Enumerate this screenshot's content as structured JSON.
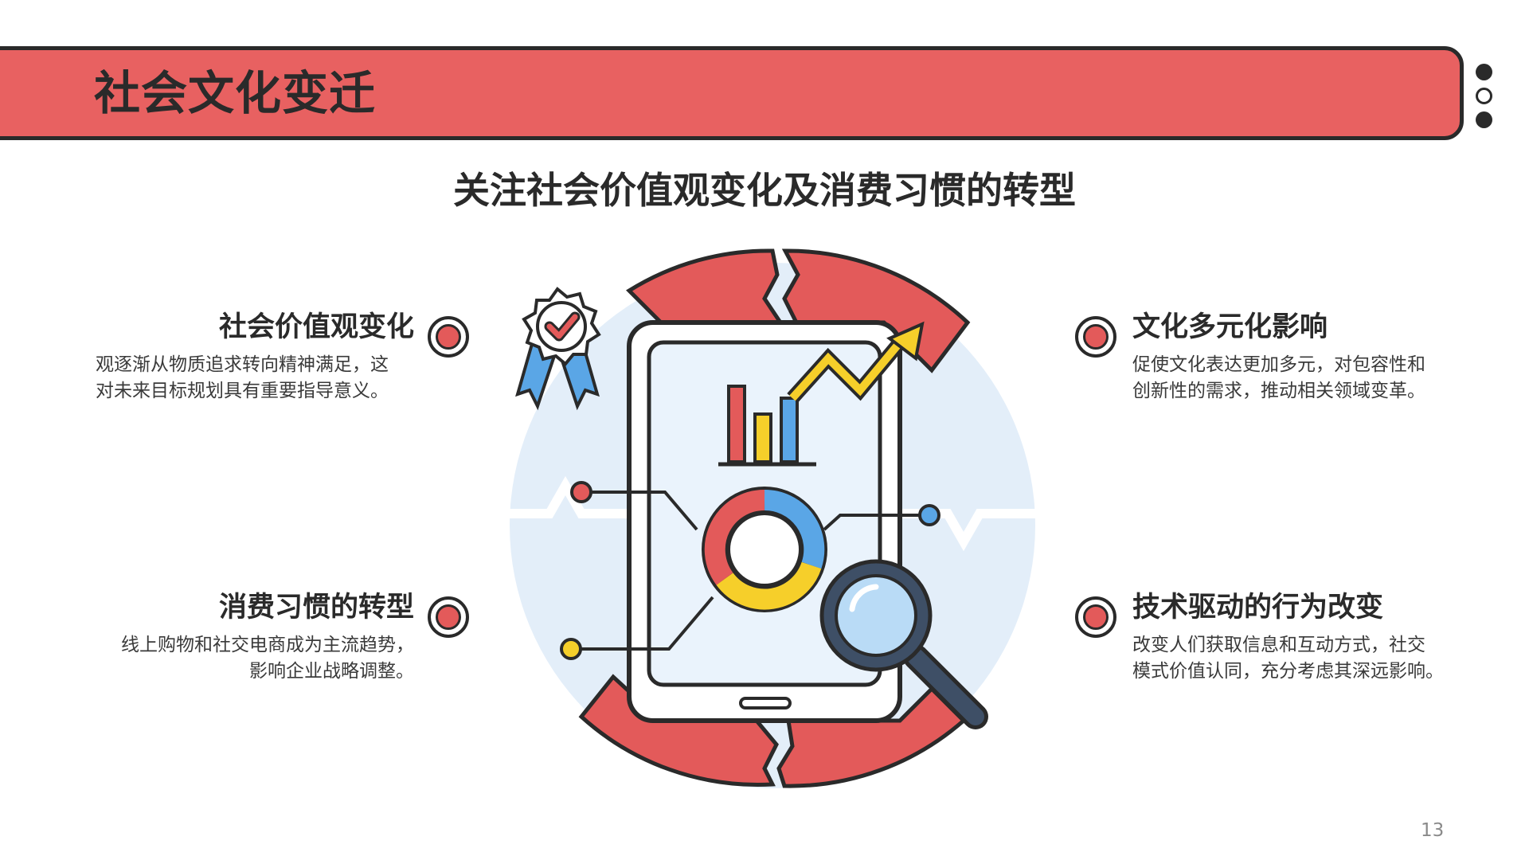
{
  "header": {
    "title": "社会文化变迁"
  },
  "subtitle": "关注社会价值观变化及消费习惯的转型",
  "points": [
    {
      "title": "社会价值观变化",
      "desc_line1": "观逐渐从物质追求转向精神满足，这",
      "desc_line2": "对未来目标规划具有重要指导意义。"
    },
    {
      "title": "消费习惯的转型",
      "desc_line1": "线上购物和社交电商成为主流趋势，",
      "desc_line2": "影响企业战略调整。"
    },
    {
      "title": "文化多元化影响",
      "desc_line1": "促使文化表达更加多元，对包容性和",
      "desc_line2": "创新性的需求，推动相关领域变革。"
    },
    {
      "title": "技术驱动的行为改变",
      "desc_line1": "改变人们获取信息和互动方式，社交",
      "desc_line2": "模式价值认同，充分考虑其深远影响。"
    }
  ],
  "illustration": {
    "icons": [
      "award-ribbon-icon",
      "bar-chart-icon",
      "trend-arrow-icon",
      "donut-chart-icon",
      "magnifier-icon",
      "tablet-icon"
    ]
  },
  "page_number": "13",
  "colors": {
    "accent_red": "#e86161",
    "dark": "#2a2a2a",
    "light_blue": "#e3eef9",
    "chart_blue": "#5aa6e6",
    "chart_yellow": "#f6cf2a"
  }
}
